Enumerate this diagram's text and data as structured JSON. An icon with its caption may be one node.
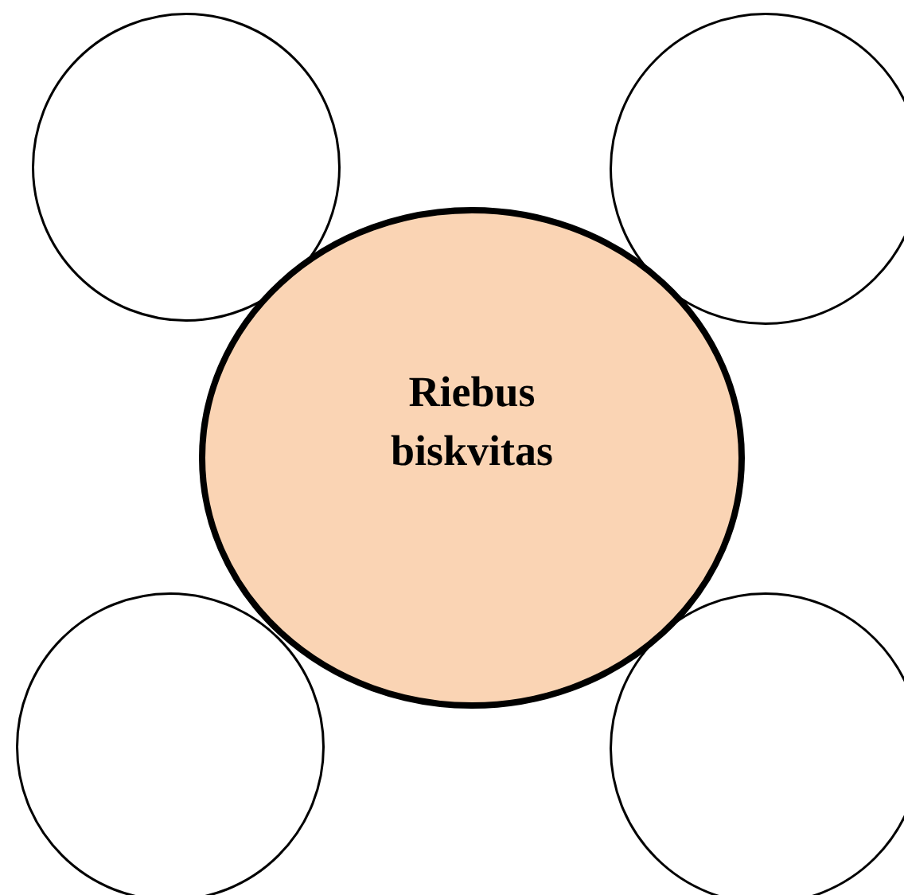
{
  "diagram": {
    "nodes": [
      {
        "text": [],
        "shape": "circle"
      },
      {
        "text": [],
        "shape": "circle"
      },
      {
        "text": [
          "Riebus biskvitas"
        ]
      },
      {
        "text": [],
        "shape": "circle"
      },
      {
        "text": [],
        "shape": "circle"
      }
    ]
  }
}
